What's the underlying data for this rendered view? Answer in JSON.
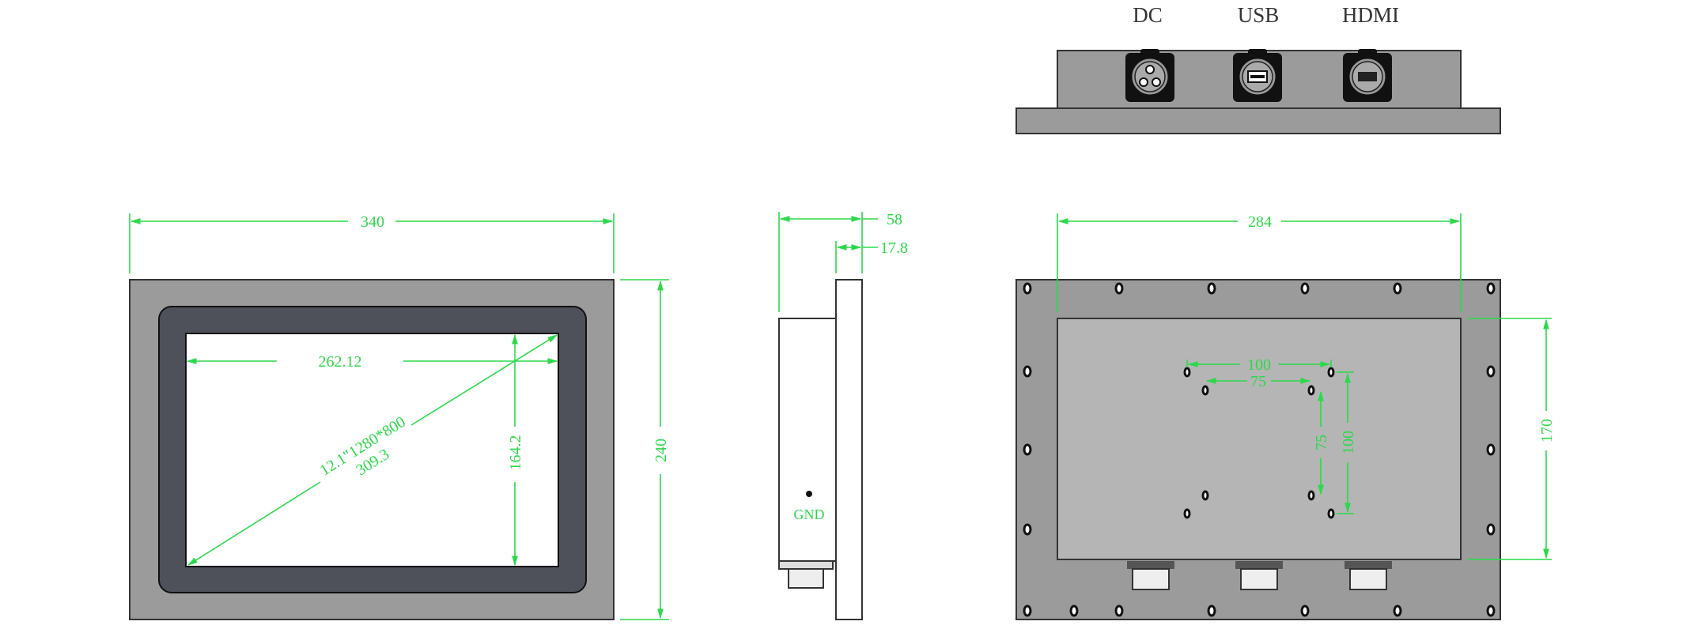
{
  "ports": {
    "dc": "DC",
    "usb": "USB",
    "hdmi": "HDMI"
  },
  "front": {
    "width": "340",
    "height": "240",
    "screen_width": "262.12",
    "screen_height": "164.2",
    "diagonal_spec": "12.1\"1280*800",
    "diagonal": "309.3"
  },
  "side": {
    "depth": "58",
    "plate": "17.8",
    "gnd": "GND"
  },
  "back": {
    "width": "284",
    "height": "170",
    "vesa_outer_h": "100",
    "vesa_inner_h": "75",
    "vesa_inner_v": "75",
    "vesa_outer_v": "100"
  },
  "colors": {
    "dimension": "#2bd94a",
    "housing": "#9b9b9b",
    "bezel": "#4e505a"
  }
}
